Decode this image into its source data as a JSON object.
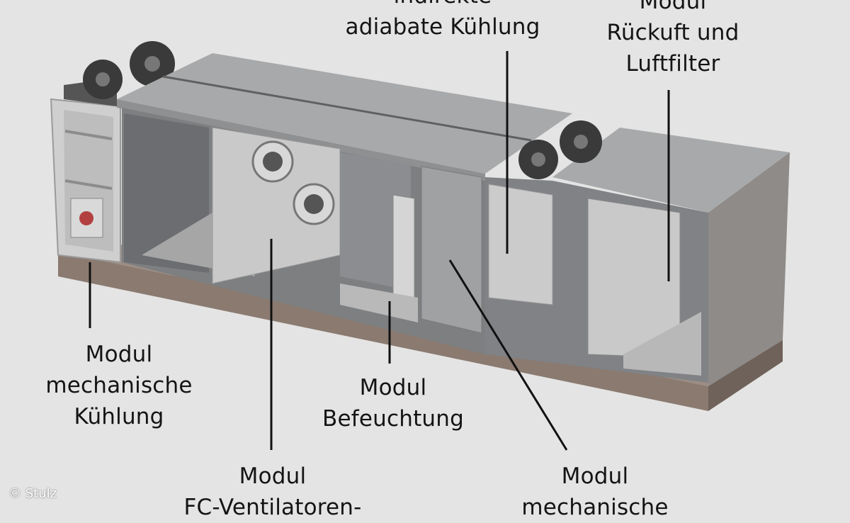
{
  "labels": {
    "mech_cooling_left": [
      "Modul",
      "mechanische",
      "Kühlung"
    ],
    "fc_fans": [
      "Modul",
      "FC-Ventilatoren-"
    ],
    "humidification": [
      "Modul",
      "Befeuchtung"
    ],
    "mech_cooling_right": [
      "Modul",
      "mechanische"
    ],
    "indirect_adiabatic": [
      "indirekte",
      "adiabate Kühlung"
    ],
    "return_air_filter": [
      "Modul",
      "Rückuft und",
      "Luftfilter"
    ]
  },
  "copyright": "© Stulz",
  "colors": {
    "background": "#e4e4e4",
    "roof": "#a9aaab",
    "interior": "#7f8183",
    "base": "#8c7c72",
    "leader_line": "#111111"
  }
}
